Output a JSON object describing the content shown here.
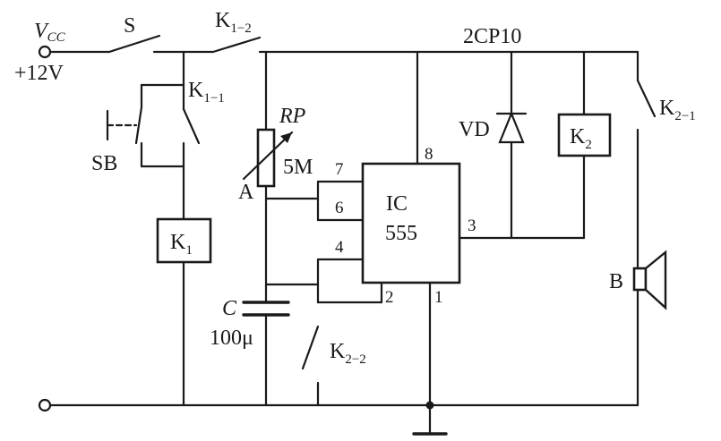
{
  "supply": {
    "vcc_symbol": "V",
    "vcc_sub": "CC",
    "voltage": "+12V"
  },
  "switch_s": "S",
  "relay_contact_k1_2": {
    "base": "K",
    "sub": "1−2"
  },
  "relay_contact_k1_1": {
    "base": "K",
    "sub": "1−1"
  },
  "pushbutton": "SB",
  "relay_coil_k1": {
    "base": "K",
    "sub": "1"
  },
  "potentiometer": {
    "name": "RP",
    "value": "5M"
  },
  "node_a": "A",
  "capacitor": {
    "name": "C",
    "value": "100μ"
  },
  "ic": {
    "line1": "IC",
    "line2": "555",
    "pins": [
      "7",
      "6",
      "4",
      "8",
      "3",
      "2",
      "1"
    ]
  },
  "diode": {
    "name": "VD",
    "part": "2CP10"
  },
  "relay_coil_k2": {
    "base": "K",
    "sub": "2"
  },
  "relay_contact_k2_1": {
    "base": "K",
    "sub": "2−1"
  },
  "relay_contact_k2_2": {
    "base": "K",
    "sub": "2−2"
  },
  "speaker": "B"
}
